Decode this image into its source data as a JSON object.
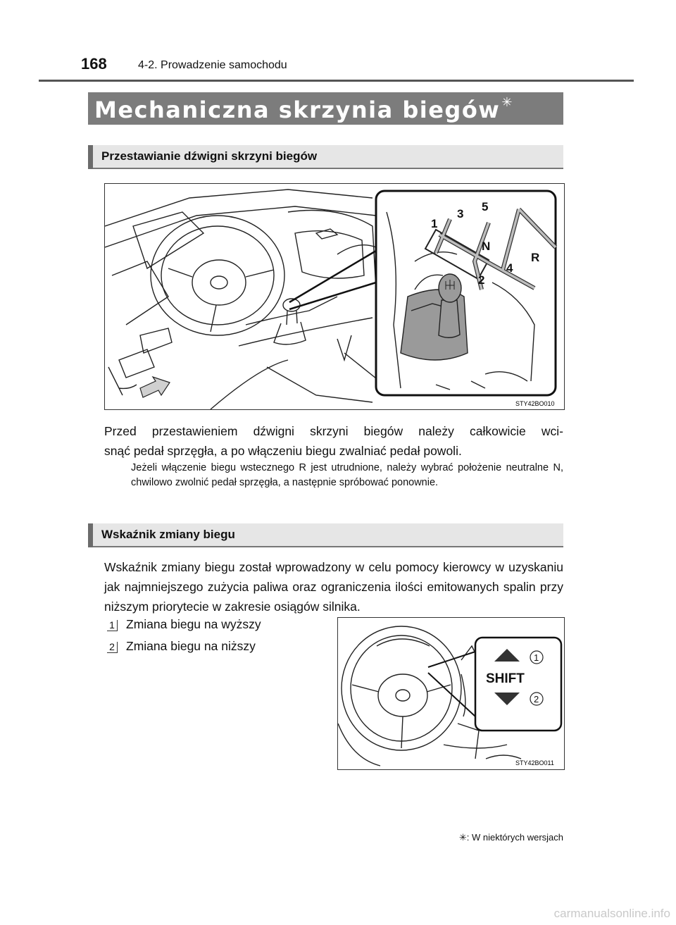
{
  "header": {
    "page_number": "168",
    "chapter": "4-2. Prowadzenie samochodu"
  },
  "main_title": {
    "text": "Mechaniczna skrzynia biegów",
    "mark": "✳"
  },
  "section1": {
    "title": "Przestawianie dźwigni skrzyni biegów",
    "figure_code": "STY42BO010",
    "gear_labels": [
      "1",
      "3",
      "5",
      "N",
      "2",
      "4",
      "R"
    ],
    "paragraph": "Przed przestawieniem dźwigni skrzyni biegów należy całkowicie wcisnąć pedał sprzęgła, a po włączeniu biegu zwalniać pedał powoli.",
    "paragraph_line1": "Przed przestawieniem dźwigni skrzyni biegów należy całkowicie wci-",
    "paragraph_line2": "snąć pedał sprzęgła, a po włączeniu biegu zwalniać pedał powoli.",
    "note": "Jeżeli włączenie biegu wstecznego R jest utrudnione, należy wybrać położenie neutralne N, chwilowo zwolnić pedał sprzęgła, a następnie spróbować ponownie."
  },
  "section2": {
    "title": "Wskaźnik zmiany biegu",
    "paragraph": "Wskaźnik zmiany biegu został wprowadzony w celu pomocy kierowcy w uzyskaniu jak najmniejszego zużycia paliwa oraz ograniczenia ilości emitowanych spalin przy niższym priorytecie w zakresie osiągów silnika.",
    "items": [
      {
        "num": "1",
        "label": "Zmiana biegu na wyższy"
      },
      {
        "num": "2",
        "label": "Zmiana biegu na niższy"
      }
    ],
    "figure_code": "STY42BO011",
    "indicator_label": "SHIFT",
    "indicator_nums": [
      "1",
      "2"
    ]
  },
  "footnote": {
    "mark": "✳",
    "text": ": W niektórych wersjach"
  },
  "watermark": "carmanualsonline.info"
}
